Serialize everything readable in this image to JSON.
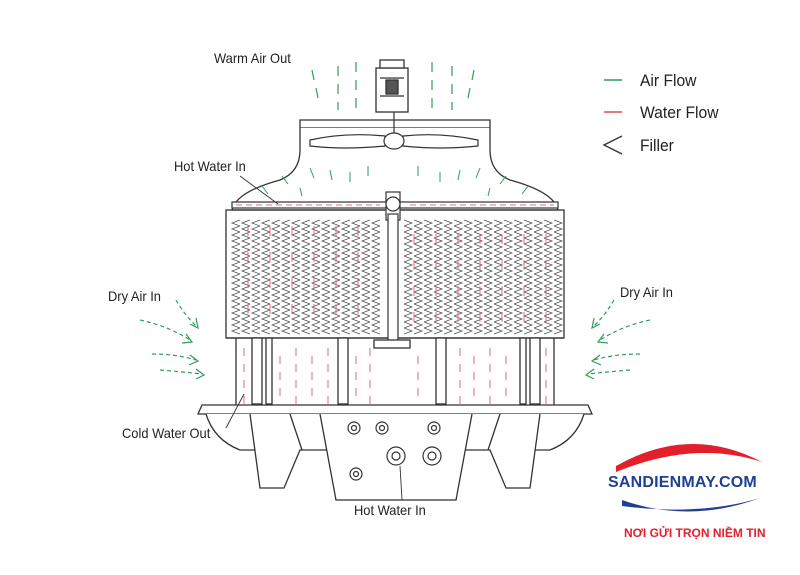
{
  "labels": {
    "warm_air_out": "Warm Air Out",
    "hot_water_in_top": "Hot Water In",
    "dry_air_in_left": "Dry Air In",
    "dry_air_in_right": "Dry Air In",
    "cold_water_out": "Cold Water Out",
    "hot_water_in_bottom": "Hot Water In"
  },
  "legend": {
    "items": [
      {
        "label": "Air Flow",
        "symbol": "green-dash"
      },
      {
        "label": "Water Flow",
        "symbol": "red-dash"
      },
      {
        "label": "Filler",
        "symbol": "chevron"
      }
    ]
  },
  "brand": {
    "name": "SANDIENMAY.COM",
    "slogan": "NƠI GỬI TRỌN NIỀM TIN"
  },
  "colors": {
    "air_flow": "#2e9e5b",
    "water_flow": "#e0707a",
    "line": "#333333",
    "brand_red": "#e3202a",
    "brand_blue": "#1f3f94"
  }
}
